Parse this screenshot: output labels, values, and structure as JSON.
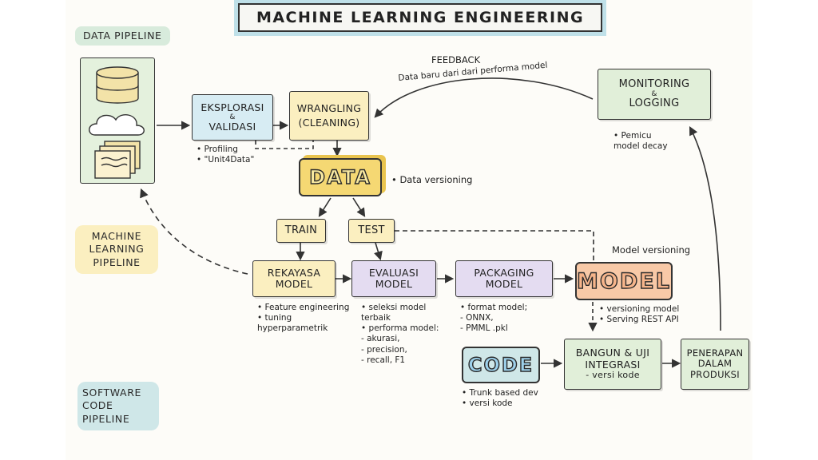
{
  "title": "MACHINE LEARNING ENGINEERING",
  "sections": {
    "data_pipeline": "DATA PIPELINE",
    "ml_pipeline": [
      "MACHINE",
      "LEARNING",
      "PIPELINE"
    ],
    "software_pipeline": [
      "SOFTWARE",
      "CODE",
      "PIPELINE"
    ]
  },
  "nodes": {
    "eksplorasi": [
      "EKSPLORASI",
      "&",
      "VALIDASI"
    ],
    "wrangling": [
      "WRANGLING",
      "(CLEANING)"
    ],
    "data": "DATA",
    "train": "TRAIN",
    "test": "TEST",
    "rekayasa": [
      "REKAYASA",
      "MODEL"
    ],
    "evaluasi": [
      "EVALUASI",
      "MODEL"
    ],
    "packaging": [
      "PACKAGING",
      "MODEL"
    ],
    "model": "MODEL",
    "code": "CODE",
    "bangun": [
      "BANGUN & UJI",
      "INTEGRASI",
      "- versi kode"
    ],
    "penerapan": [
      "PENERAPAN",
      "DALAM",
      "PRODUKSI"
    ],
    "monitoring": [
      "MONITORING",
      "&",
      "LOGGING"
    ]
  },
  "notes": {
    "profiling": [
      "• Profiling",
      "• \"Unit4Data\""
    ],
    "data_versioning": "• Data versioning",
    "feedback_title": "FEEDBACK",
    "feedback_sub": "Data baru dari dari performa model",
    "model_versioning": "Model versioning",
    "rekayasa": [
      "• Feature engineering",
      "• tuning",
      "  hyperparametrik"
    ],
    "evaluasi": [
      "• seleksi model",
      "  terbaik",
      "• performa model:",
      "  - akurasi,",
      "  - precision,",
      "  - recall, F1"
    ],
    "packaging": [
      "• format model;",
      "  - ONNX,",
      "  - PMML  .pkl"
    ],
    "model": [
      "• versioning model",
      "• Serving REST API"
    ],
    "code": [
      "• Trunk based dev",
      "• versi kode"
    ],
    "monitoring": [
      "• Pemicu",
      "  model decay"
    ]
  },
  "colors": {
    "blue": "#d7ecf3",
    "yellow": "#fbefc0",
    "purple": "#e4dcf1",
    "orange": "#f8c9a7",
    "green": "#e1efd9",
    "teal": "#cfe7e8",
    "gold": "#f5d873"
  }
}
